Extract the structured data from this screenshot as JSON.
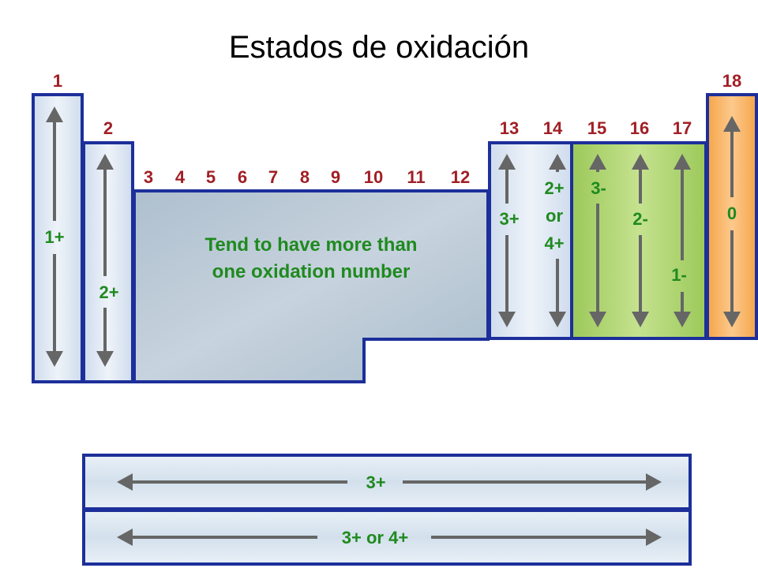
{
  "title": "Estados de oxidación",
  "groups": {
    "g1": "1",
    "g2": "2",
    "g3": "3",
    "g4": "4",
    "g5": "5",
    "g6": "6",
    "g7": "7",
    "g8": "8",
    "g9": "9",
    "g10": "10",
    "g11": "11",
    "g12": "12",
    "g13": "13",
    "g14": "14",
    "g15": "15",
    "g16": "16",
    "g17": "17",
    "g18": "18"
  },
  "states": {
    "g1": "1+",
    "g2": "2+",
    "transition_line1": "Tend to have more than",
    "transition_line2": "one oxidation number",
    "g13": "3+",
    "g14_line1": "2+",
    "g14_line2": "or",
    "g14_line3": "4+",
    "g15": "3-",
    "g16": "2-",
    "g17": "1-",
    "g18": "0",
    "lanthanides": "3+",
    "actinides": "3+ or 4+"
  },
  "colors": {
    "group_number": "#a11f25",
    "state_label": "#1f8a1f",
    "border": "#1c2f9a",
    "nonmetal_fill": "#a9d16d",
    "noble_fill": "#f8b466",
    "metal_fill": "#dbe6f1",
    "transition_fill": "#b9c8d5"
  }
}
